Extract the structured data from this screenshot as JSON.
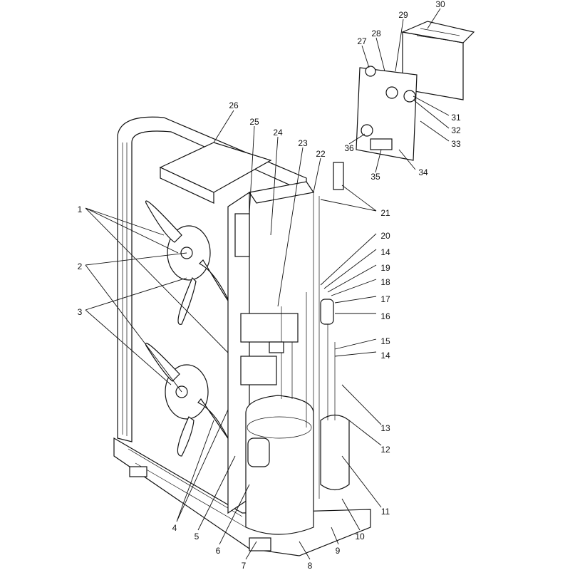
{
  "diagram": {
    "type": "exploded parts diagram",
    "callouts": [
      "1",
      "2",
      "3",
      "4",
      "5",
      "6",
      "7",
      "8",
      "9",
      "10",
      "11",
      "12",
      "13",
      "14",
      "15",
      "16",
      "17",
      "18",
      "19",
      "20",
      "21",
      "22",
      "23",
      "24",
      "25",
      "26",
      "27",
      "28",
      "29",
      "30",
      "31",
      "32",
      "33",
      "34",
      "35",
      "36",
      "14"
    ]
  }
}
